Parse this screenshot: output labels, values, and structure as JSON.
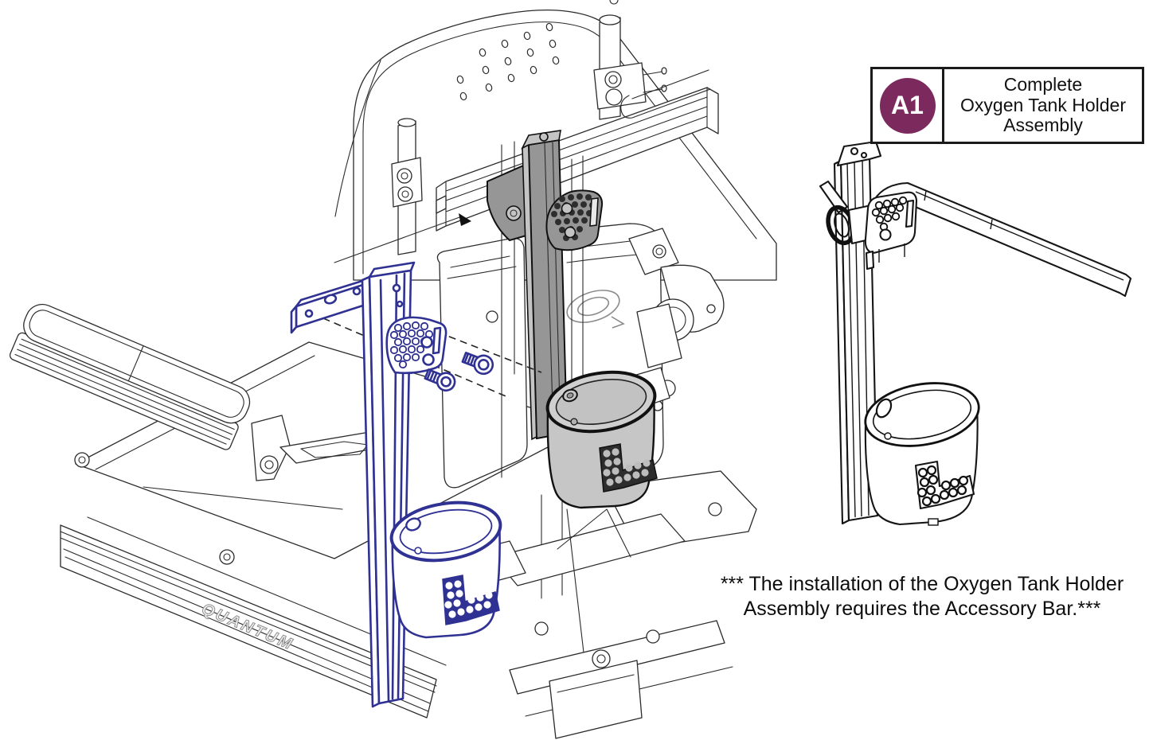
{
  "colors": {
    "highlight_blue": "#2f3193",
    "badge_purple": "#7c2a5e",
    "part_gray": "#c6c6c6",
    "rail_gray": "#969696",
    "line_dark": "#1a1a1a"
  },
  "callout": {
    "ref_label": "A1",
    "title_lines": [
      "Complete",
      "Oxygen Tank Holder",
      "Assembly"
    ]
  },
  "note": {
    "lines": [
      "*** The installation of the Oxygen Tank Holder",
      "Assembly requires the Accessory Bar.***"
    ]
  },
  "brand": {
    "logo_text": "QUANTUM"
  }
}
